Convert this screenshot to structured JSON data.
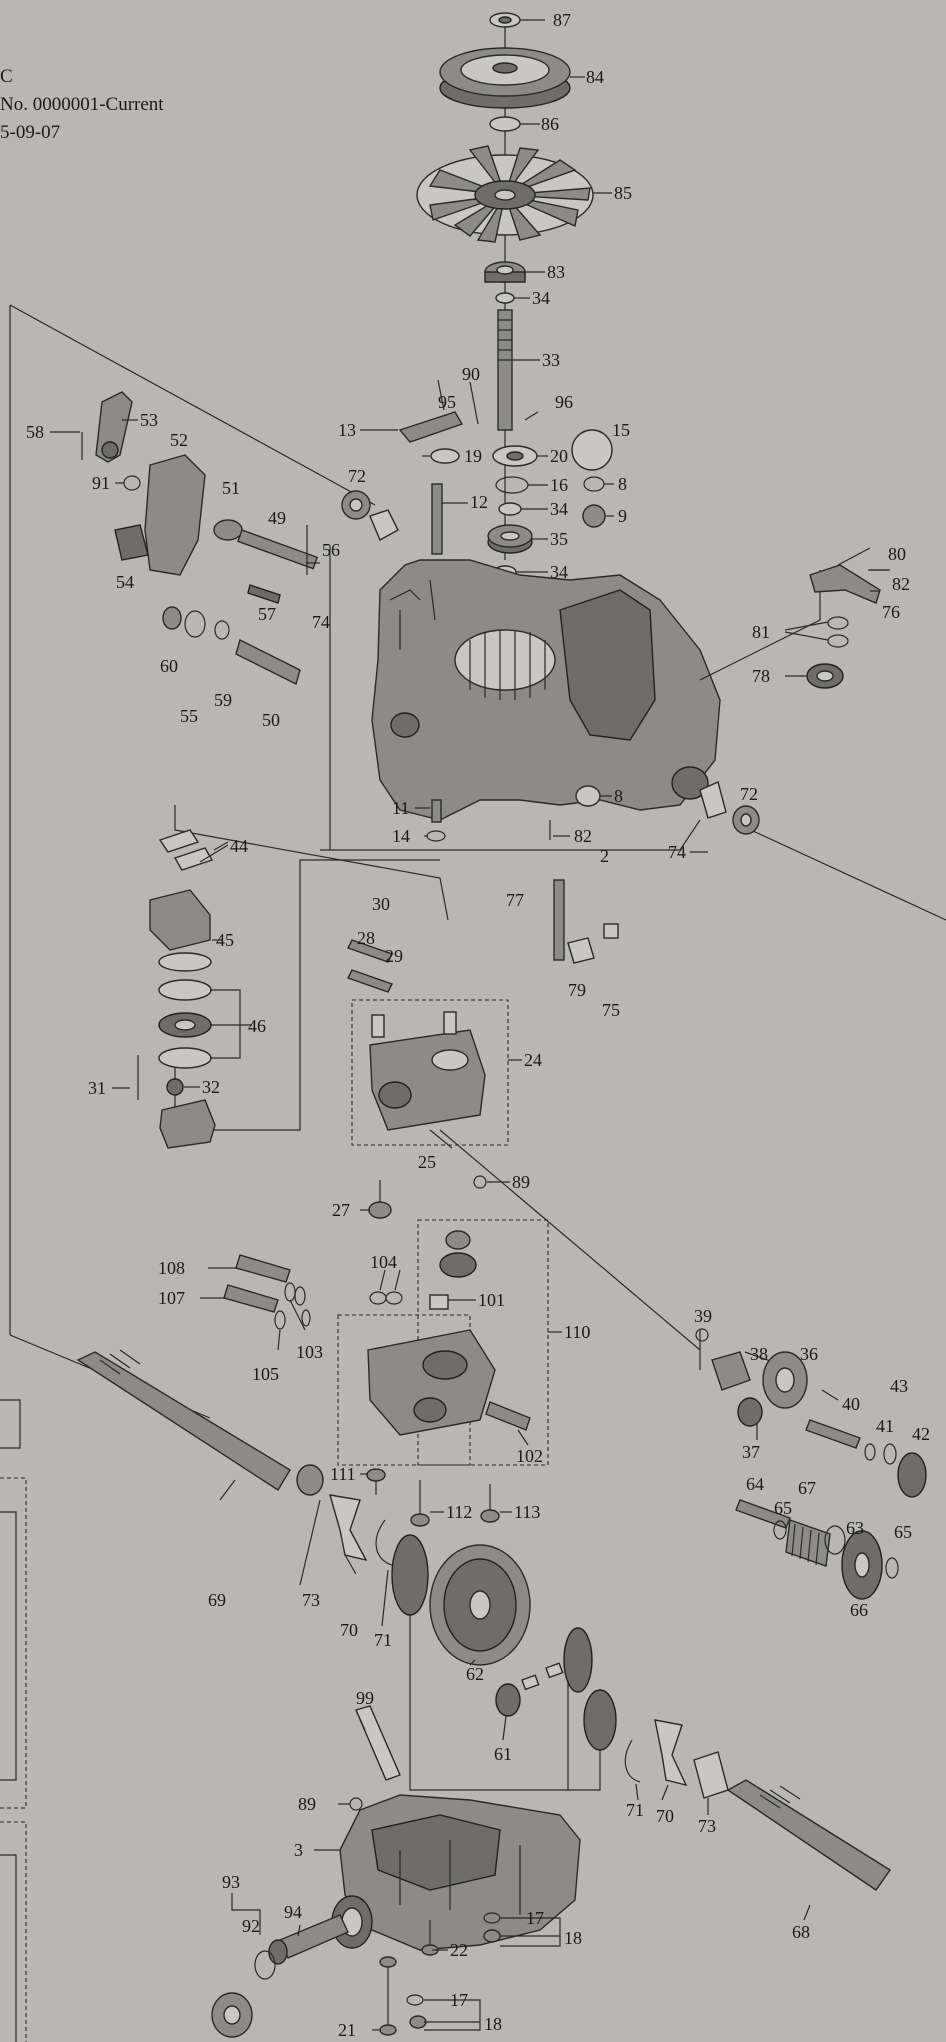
{
  "header": {
    "line1": "C",
    "line2": "No. 0000001-Current",
    "line3": "5-09-07"
  },
  "callouts": [
    {
      "id": "c87",
      "text": "87"
    },
    {
      "id": "c84",
      "text": "84"
    },
    {
      "id": "c86",
      "text": "86"
    },
    {
      "id": "c85",
      "text": "85"
    },
    {
      "id": "c83",
      "text": "83"
    },
    {
      "id": "c34a",
      "text": "34"
    },
    {
      "id": "c33",
      "text": "33"
    },
    {
      "id": "c90",
      "text": "90"
    },
    {
      "id": "c95",
      "text": "95"
    },
    {
      "id": "c96",
      "text": "96"
    },
    {
      "id": "c13",
      "text": "13"
    },
    {
      "id": "c15",
      "text": "15"
    },
    {
      "id": "c19",
      "text": "19"
    },
    {
      "id": "c20",
      "text": "20"
    },
    {
      "id": "c16",
      "text": "16"
    },
    {
      "id": "c8a",
      "text": "8"
    },
    {
      "id": "c12",
      "text": "12"
    },
    {
      "id": "c34b",
      "text": "34"
    },
    {
      "id": "c9",
      "text": "9"
    },
    {
      "id": "c35",
      "text": "35"
    },
    {
      "id": "c34c",
      "text": "34"
    },
    {
      "id": "c58",
      "text": "58"
    },
    {
      "id": "c53",
      "text": "53"
    },
    {
      "id": "c52",
      "text": "52"
    },
    {
      "id": "c91",
      "text": "91"
    },
    {
      "id": "c51",
      "text": "51"
    },
    {
      "id": "c72a",
      "text": "72"
    },
    {
      "id": "c49",
      "text": "49"
    },
    {
      "id": "c56",
      "text": "56"
    },
    {
      "id": "c54",
      "text": "54"
    },
    {
      "id": "c57",
      "text": "57"
    },
    {
      "id": "c74a",
      "text": "74"
    },
    {
      "id": "c60",
      "text": "60"
    },
    {
      "id": "c55",
      "text": "55"
    },
    {
      "id": "c59",
      "text": "59"
    },
    {
      "id": "c50",
      "text": "50"
    },
    {
      "id": "c80",
      "text": "80"
    },
    {
      "id": "c82a",
      "text": "82"
    },
    {
      "id": "c76",
      "text": "76"
    },
    {
      "id": "c81",
      "text": "81"
    },
    {
      "id": "c78",
      "text": "78"
    },
    {
      "id": "c11",
      "text": "11"
    },
    {
      "id": "c8b",
      "text": "8"
    },
    {
      "id": "c14",
      "text": "14"
    },
    {
      "id": "c82b",
      "text": "82"
    },
    {
      "id": "c72b",
      "text": "72"
    },
    {
      "id": "c74b",
      "text": "74"
    },
    {
      "id": "c2",
      "text": "2"
    },
    {
      "id": "c44",
      "text": "44"
    },
    {
      "id": "c45",
      "text": "45"
    },
    {
      "id": "c30",
      "text": "30"
    },
    {
      "id": "c28",
      "text": "28"
    },
    {
      "id": "c29",
      "text": "29"
    },
    {
      "id": "c77",
      "text": "77"
    },
    {
      "id": "c79",
      "text": "79"
    },
    {
      "id": "c75",
      "text": "75"
    },
    {
      "id": "c46",
      "text": "46"
    },
    {
      "id": "c24",
      "text": "24"
    },
    {
      "id": "c31",
      "text": "31"
    },
    {
      "id": "c32",
      "text": "32"
    },
    {
      "id": "c25",
      "text": "25"
    },
    {
      "id": "c89a",
      "text": "89"
    },
    {
      "id": "c27",
      "text": "27"
    },
    {
      "id": "c108",
      "text": "108"
    },
    {
      "id": "c104",
      "text": "104"
    },
    {
      "id": "c101",
      "text": "101"
    },
    {
      "id": "c107",
      "text": "107"
    },
    {
      "id": "c103",
      "text": "103"
    },
    {
      "id": "c110",
      "text": "110"
    },
    {
      "id": "c105",
      "text": "105"
    },
    {
      "id": "c39",
      "text": "39"
    },
    {
      "id": "c38",
      "text": "38"
    },
    {
      "id": "c36",
      "text": "36"
    },
    {
      "id": "c43",
      "text": "43"
    },
    {
      "id": "c40",
      "text": "40"
    },
    {
      "id": "c41",
      "text": "41"
    },
    {
      "id": "c42",
      "text": "42"
    },
    {
      "id": "c37",
      "text": "37"
    },
    {
      "id": "c102",
      "text": "102"
    },
    {
      "id": "c111",
      "text": "111"
    },
    {
      "id": "c112",
      "text": "112"
    },
    {
      "id": "c113",
      "text": "113"
    },
    {
      "id": "c64",
      "text": "64"
    },
    {
      "id": "c67",
      "text": "67"
    },
    {
      "id": "c65a",
      "text": "65"
    },
    {
      "id": "c63",
      "text": "63"
    },
    {
      "id": "c65b",
      "text": "65"
    },
    {
      "id": "c69",
      "text": "69"
    },
    {
      "id": "c73a",
      "text": "73"
    },
    {
      "id": "c66",
      "text": "66"
    },
    {
      "id": "c70a",
      "text": "70"
    },
    {
      "id": "c71a",
      "text": "71"
    },
    {
      "id": "c62",
      "text": "62"
    },
    {
      "id": "c61",
      "text": "61"
    },
    {
      "id": "c99",
      "text": "99"
    },
    {
      "id": "c71b",
      "text": "71"
    },
    {
      "id": "c70b",
      "text": "70"
    },
    {
      "id": "c73b",
      "text": "73"
    },
    {
      "id": "c89b",
      "text": "89"
    },
    {
      "id": "c3",
      "text": "3"
    },
    {
      "id": "c68",
      "text": "68"
    },
    {
      "id": "c93",
      "text": "93"
    },
    {
      "id": "c94",
      "text": "94"
    },
    {
      "id": "c92",
      "text": "92"
    },
    {
      "id": "c22",
      "text": "22"
    },
    {
      "id": "c17a",
      "text": "17"
    },
    {
      "id": "c18a",
      "text": "18"
    },
    {
      "id": "c21",
      "text": "21"
    },
    {
      "id": "c17b",
      "text": "17"
    },
    {
      "id": "c18b",
      "text": "18"
    }
  ]
}
